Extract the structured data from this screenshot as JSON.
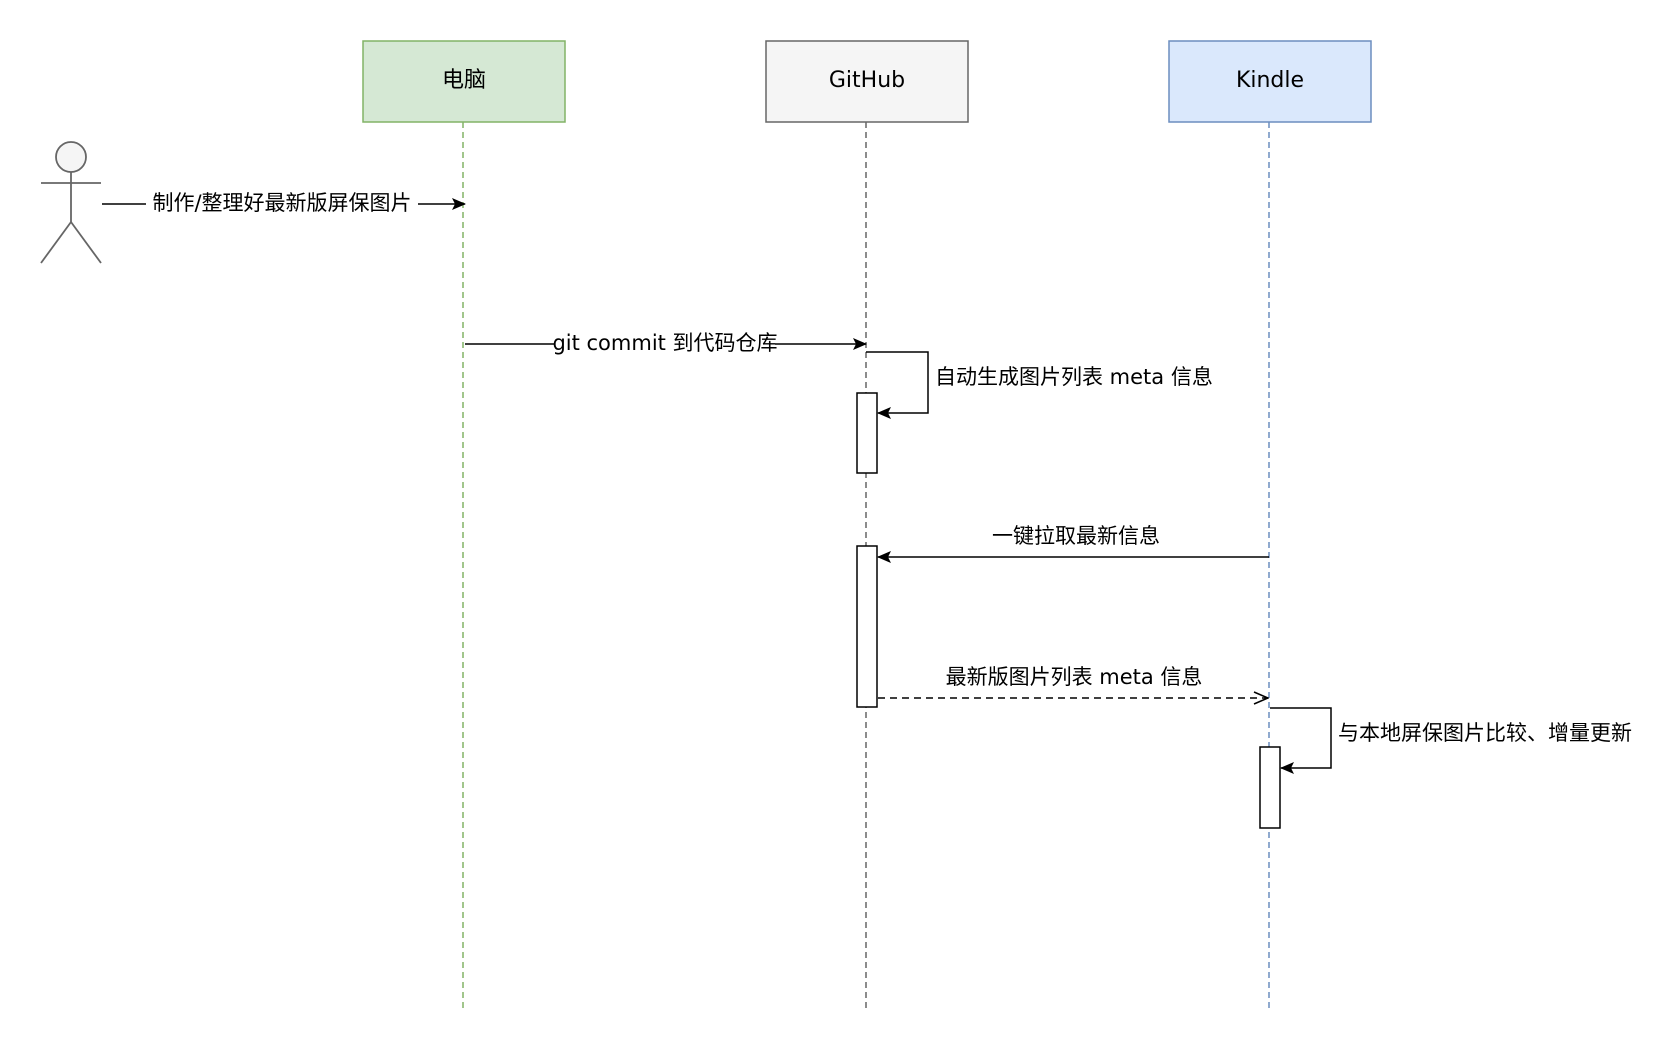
{
  "participants": [
    {
      "id": "computer",
      "label": "电脑",
      "fill": "#d5e8d4",
      "stroke": "#82b366"
    },
    {
      "id": "github",
      "label": "GitHub",
      "fill": "#f5f5f5",
      "stroke": "#666666"
    },
    {
      "id": "kindle",
      "label": "Kindle",
      "fill": "#dae8fc",
      "stroke": "#6c8ebf"
    }
  ],
  "messages": {
    "make_images": "制作/整理好最新版屏保图片",
    "git_commit": "git commit 到代码仓库",
    "auto_generate": "自动生成图片列表 meta 信息",
    "pull_latest": "一键拉取最新信息",
    "latest_meta": "最新版图片列表 meta 信息",
    "compare_update": "与本地屏保图片比较、增量更新"
  }
}
